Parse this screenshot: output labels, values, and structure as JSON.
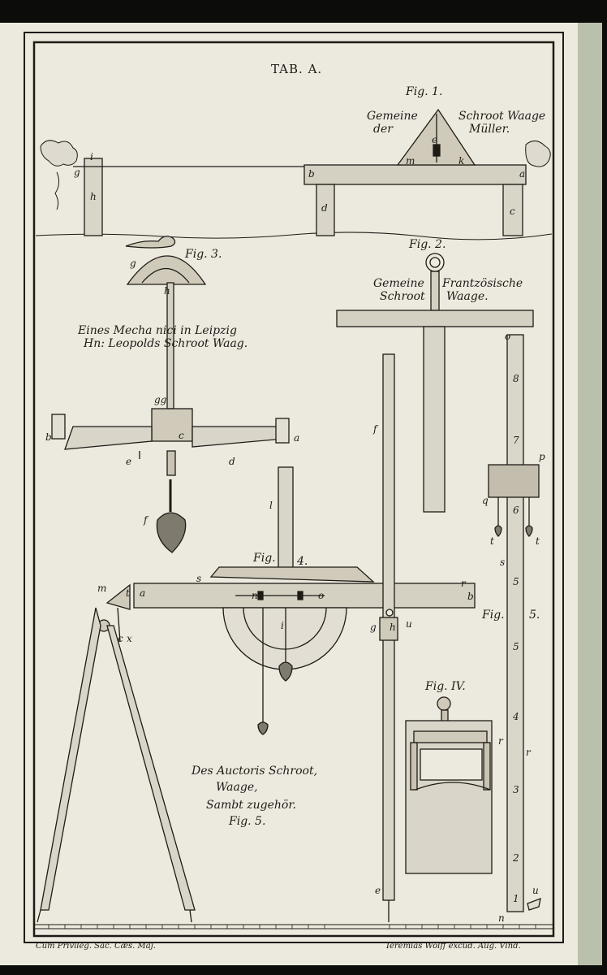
{
  "plate": {
    "title": "TAB. A.",
    "fig1": {
      "label": "Fig. 1.",
      "caption_1a": "Gemeine",
      "caption_1b": "Schroot Waage",
      "caption_2a": "der",
      "caption_2b": "Müller."
    },
    "fig2": {
      "label": "Fig. 2.",
      "caption_1a": "Gemeine",
      "caption_1b": "Frantzösische",
      "caption_2a": "Schroot",
      "caption_2b": "Waage."
    },
    "fig3": {
      "label": "Fig. 3.",
      "caption_1": "Eines Mecha nici in Leipzig",
      "caption_2": "Hn: Leopolds Schroot Waag."
    },
    "fig4": {
      "label": "Fig.",
      "number": "4."
    },
    "fig5": {
      "label": "Fig.",
      "number": "5.",
      "caption": [
        "Des Auctoris Schroot,",
        "Waage,",
        "Sambt zugehör.",
        "Fig. 5."
      ]
    },
    "figIV": {
      "label": "Fig. IV."
    },
    "letters": {
      "f1": [
        "i",
        "g",
        "h",
        "m",
        "e",
        "k",
        "b",
        "a",
        "d",
        "c"
      ],
      "f3": [
        "g",
        "h",
        "gg",
        "b",
        "a",
        "c",
        "e",
        "d",
        "f"
      ],
      "f4": [
        "l",
        "m",
        "t",
        "a",
        "s",
        "n",
        "o",
        "r",
        "b",
        "i",
        "c",
        "x",
        "g",
        "h",
        "u",
        "f",
        "e"
      ],
      "f5": [
        "o",
        "p",
        "q",
        "t",
        "t",
        "s",
        "r",
        "r",
        "u",
        "n"
      ],
      "f5_scale_numbers": [
        "8",
        "7",
        "6",
        "5",
        "5",
        "4",
        "3",
        "2",
        "1"
      ]
    },
    "imprint_left": "Cum Privileg. Sac. Cæs. Maj.",
    "imprint_right": "Ieremias Wolff excud. Aug. Vind."
  },
  "colors": {
    "paper": "#ece9df",
    "ink": "#1e1b17",
    "cover": "#b9c1ad",
    "background": "#0c0c0a"
  }
}
